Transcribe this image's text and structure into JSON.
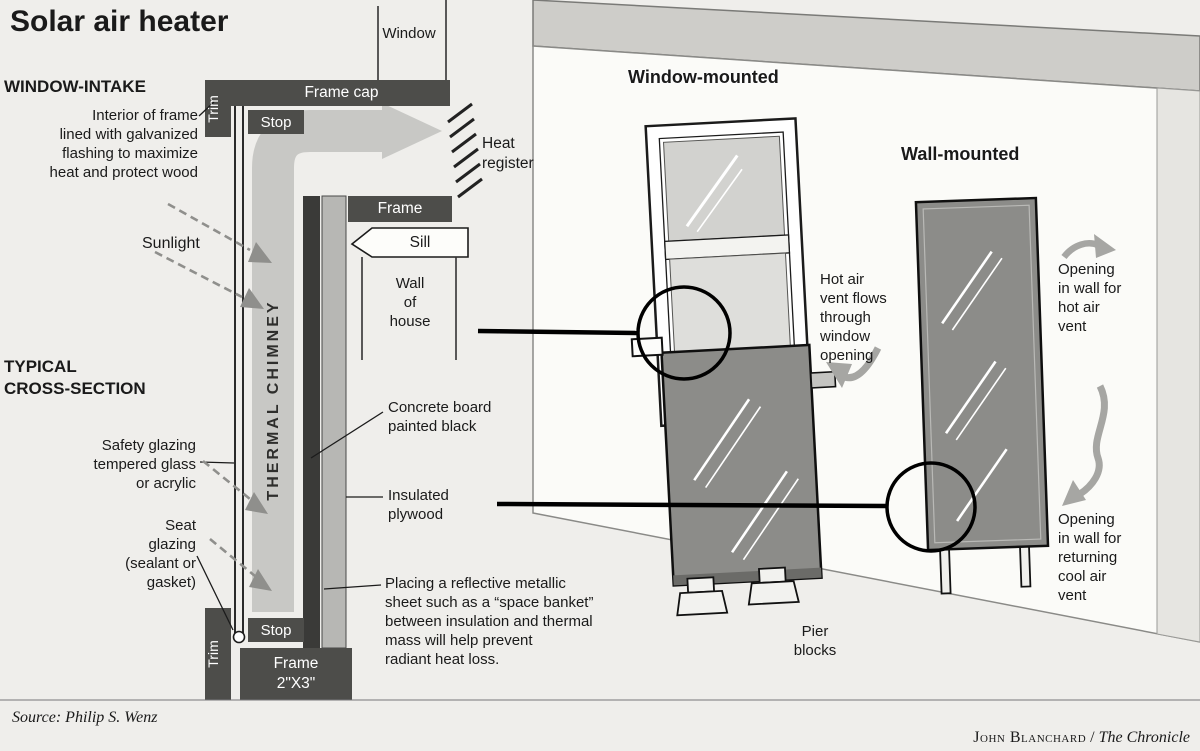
{
  "page": {
    "title": "Solar air heater",
    "footer_source": "Source: Philip S. Wenz",
    "credit_name": "John Blanchard",
    "credit_sep": " / ",
    "credit_pub": "The Chronicle"
  },
  "cross_section": {
    "section1_heading": "WINDOW-INTAKE",
    "flashing_note": "Interior of frame\nlined with galvanized\nflashing to maximize\nheat and protect wood",
    "sunlight_label": "Sunlight",
    "section2_heading": "TYPICAL\nCROSS-SECTION",
    "safety_glazing_note": "Safety glazing\ntempered glass\nor acrylic",
    "seat_glazing_note": "Seat\nglazing\n(sealant or\ngasket)",
    "window_label": "Window",
    "frame_cap_label": "Frame cap",
    "trim_top_label": "Trim",
    "stop_top_label": "Stop",
    "heat_register_label": "Heat\nregister",
    "frame_label": "Frame",
    "sill_label": "Sill",
    "wall_of_house_label": "Wall\nof\nhouse",
    "thermal_chimney_label": "THERMAL CHIMNEY",
    "concrete_board_note": "Concrete board\npainted black",
    "insulated_plywood_note": "Insulated\nplywood",
    "reflective_note": "Placing a reflective metallic\nsheet such as a “space banket”\nbetween insulation and thermal\nmass will help prevent\nradiant heat loss.",
    "stop_bottom_label": "Stop",
    "trim_bottom_label": "Trim",
    "frame_2x3_label": "Frame\n2\"X3\""
  },
  "illustration": {
    "window_mounted_heading": "Window-mounted",
    "wall_mounted_heading": "Wall-mounted",
    "hot_air_note": "Hot air\nvent flows\nthrough\nwindow\nopening",
    "opening_hot_note": "Opening\nin wall for\nhot air\nvent",
    "opening_cool_note": "Opening\nin wall for\nreturning\ncool air\nvent",
    "pier_blocks_label": "Pier\nblocks"
  },
  "colors": {
    "dark_frame": "#4d4d4a",
    "panel_gray": "#8c8c89",
    "chimney_arrow_gray": "#c8c8c5",
    "flow_arrow_gray": "#a6a6a3",
    "background": "#efeeeb"
  }
}
